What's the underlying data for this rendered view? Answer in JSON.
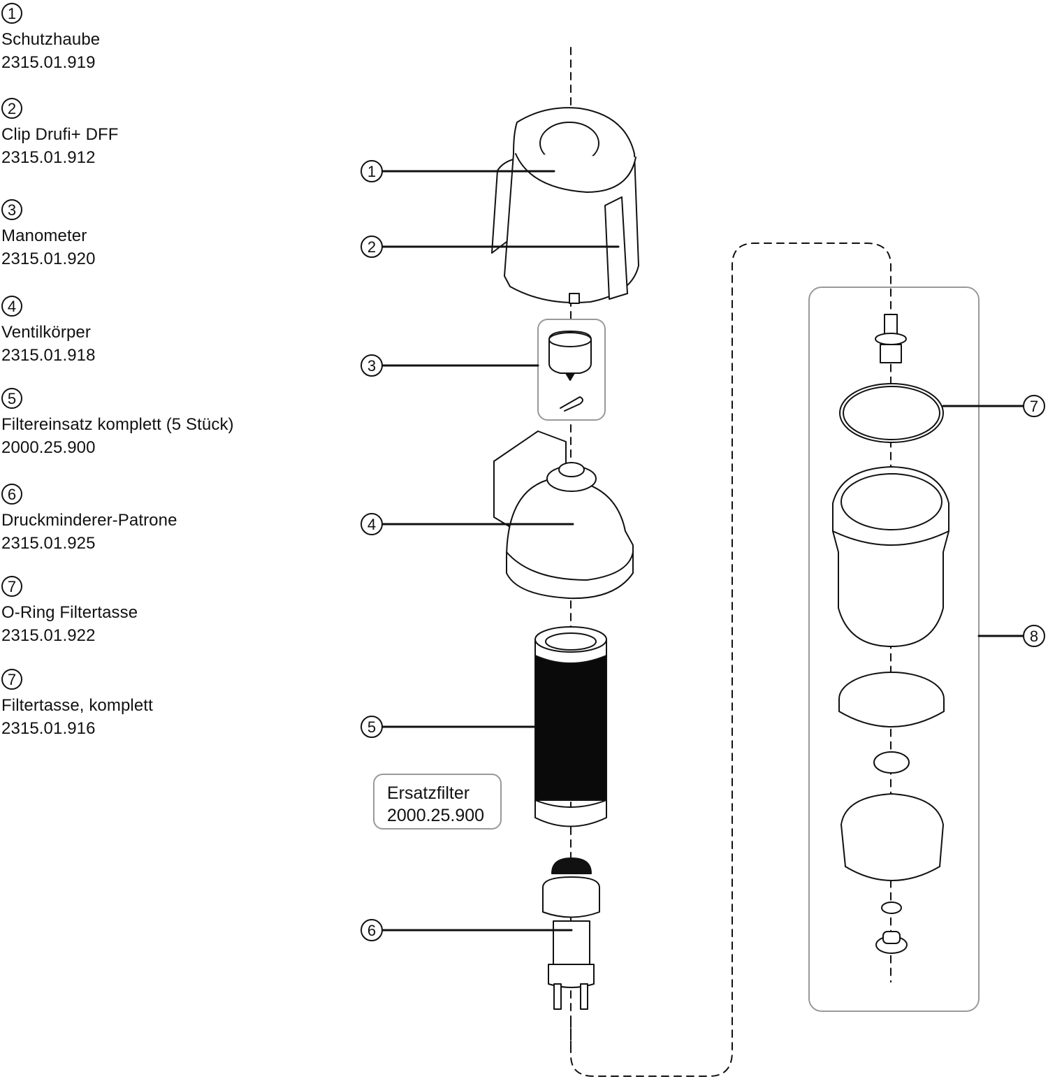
{
  "legend": [
    {
      "number": "1",
      "name": "Schutzhaube",
      "code": "2315.01.919"
    },
    {
      "number": "2",
      "name": "Clip Drufi+ DFF",
      "code": "2315.01.912"
    },
    {
      "number": "3",
      "name": "Manometer",
      "code": "2315.01.920"
    },
    {
      "number": "4",
      "name": "Ventilkörper",
      "code": "2315.01.918"
    },
    {
      "number": "5",
      "name": "Filtereinsatz komplett (5 Stück)",
      "code": "2000.25.900"
    },
    {
      "number": "6",
      "name": "Druckminderer-Patrone",
      "code": "2315.01.925"
    },
    {
      "number": "7",
      "name": "O-Ring Filtertasse",
      "code": "2315.01.922"
    },
    {
      "number": "7",
      "name": "Filtertasse, komplett",
      "code": "2315.01.916"
    }
  ],
  "callouts": [
    "1",
    "2",
    "3",
    "4",
    "5",
    "6",
    "7",
    "8"
  ],
  "ersatzfilter": {
    "label": "Ersatzfilter",
    "code": "2000.25.900"
  },
  "colors": {
    "line": "#111111",
    "group_box": "#999999",
    "filter_mesh": "#0a0a0a"
  }
}
